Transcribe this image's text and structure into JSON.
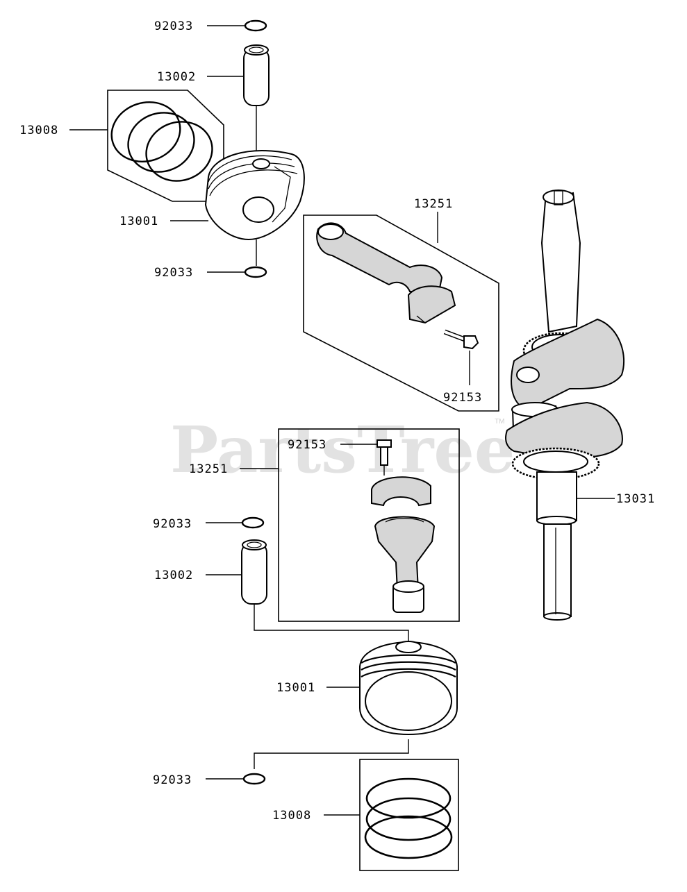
{
  "watermark": {
    "text": "PartsTree",
    "trademark": "TM"
  },
  "callouts": {
    "c92033_a": "92033",
    "c13002_a": "13002",
    "c13008_a": "13008",
    "c13001_a": "13001",
    "c92033_b": "92033",
    "c13251_a": "13251",
    "c92153_a": "92153",
    "c92153_b": "92153",
    "c13251_b": "13251",
    "c13031": "13031",
    "c92033_c": "92033",
    "c13002_b": "13002",
    "c13001_b": "13001",
    "c92033_d": "92033",
    "c13008_b": "13008"
  }
}
